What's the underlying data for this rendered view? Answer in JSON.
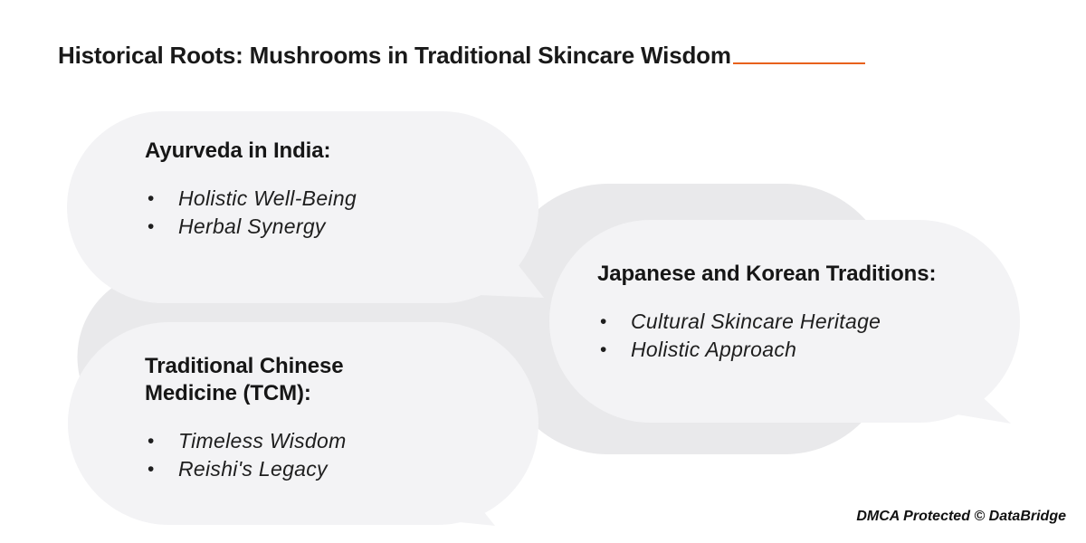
{
  "title": "Historical Roots: Mushrooms in Traditional Skincare Wisdom",
  "bullet_glyph": "•",
  "colors": {
    "accent": "#E8611C",
    "bubble_light": "#F3F3F5",
    "bubble_shadow": "#E9E9EB",
    "title_text": "#191919",
    "heading_text": "#161616",
    "body_text": "#1E1E1E",
    "watermark_text": "#111111",
    "background": "#FFFFFF"
  },
  "cards": [
    {
      "title": "Ayurveda in India:",
      "bullets": [
        "Holistic Well-Being",
        "Herbal Synergy"
      ]
    },
    {
      "title": "Japanese and Korean Traditions:",
      "bullets": [
        "Cultural Skincare Heritage",
        "Holistic Approach"
      ]
    },
    {
      "title": "Traditional Chinese Medicine (TCM):",
      "bullets": [
        "Timeless Wisdom",
        "Reishi's Legacy"
      ]
    }
  ],
  "watermark": "DMCA Protected © DataBridge"
}
